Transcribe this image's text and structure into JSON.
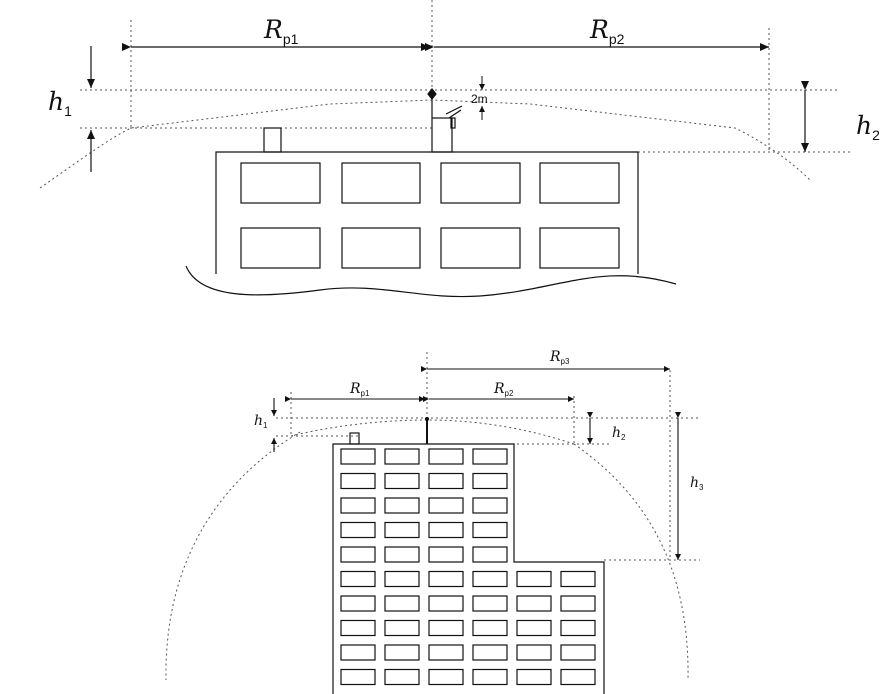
{
  "diagram_top": {
    "labels": {
      "rp1": {
        "main": "R",
        "sub": "p1"
      },
      "rp2": {
        "main": "R",
        "sub": "p2"
      },
      "h1": {
        "main": "h",
        "sub": "1"
      },
      "h2": {
        "main": "h",
        "sub": "2"
      },
      "two_m": "2m"
    }
  },
  "diagram_bottom": {
    "labels": {
      "rp1": {
        "main": "R",
        "sub": "p1"
      },
      "rp2": {
        "main": "R",
        "sub": "p2"
      },
      "rp3": {
        "main": "R",
        "sub": "p3"
      },
      "h1": {
        "main": "h",
        "sub": "1"
      },
      "h2": {
        "main": "h",
        "sub": "2"
      },
      "h3": {
        "main": "h",
        "sub": "3"
      }
    }
  }
}
